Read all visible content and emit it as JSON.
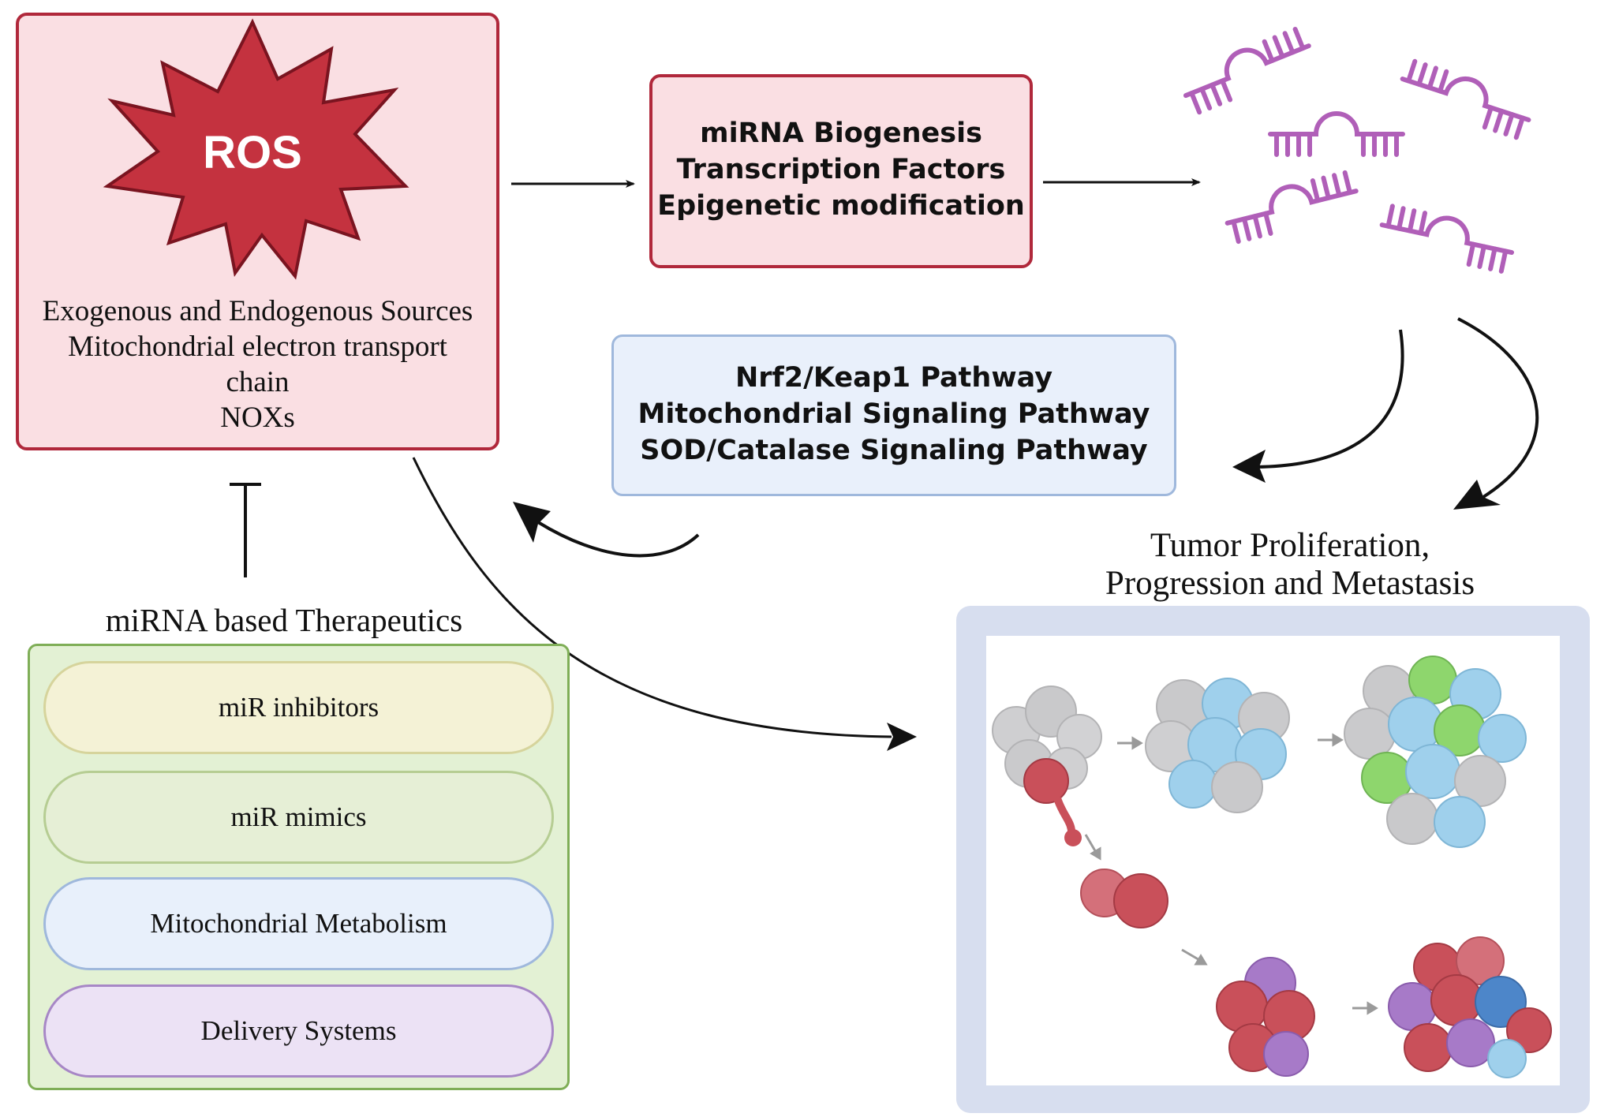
{
  "ros_box": {
    "badge": "ROS",
    "lines": [
      "Exogenous and Endogenous Sources",
      "Mitochondrial electron transport",
      "chain",
      "NOXs"
    ]
  },
  "biogenesis_box": {
    "lines": [
      "miRNA Biogenesis",
      "Transcription Factors",
      "Epigenetic modification"
    ]
  },
  "pathway_box": {
    "lines": [
      "Nrf2/Keap1 Pathway",
      "Mitochondrial Signaling Pathway",
      "SOD/Catalase Signaling Pathway"
    ]
  },
  "tumor": {
    "title_lines": [
      "Tumor Proliferation,",
      "Progression and Metastasis"
    ]
  },
  "therapeutics": {
    "title": "miRNA based Therapeutics",
    "items": [
      "miR inhibitors",
      "miR mimics",
      "Mitochondrial Metabolism",
      "Delivery Systems"
    ]
  },
  "colors": {
    "ros_red": "#c4323f",
    "ros_border": "#b0283b",
    "pink_fill": "#fadfe3",
    "blue_fill": "#e9f0fb",
    "green_fill": "#e3f1d4",
    "mirna_purple": "#b05fb8",
    "cell_gray": "#c9c9cb",
    "cell_blue": "#9fd0ec",
    "cell_green": "#8ed66d",
    "cell_red": "#c9505a",
    "cell_purple": "#a77ac8"
  }
}
